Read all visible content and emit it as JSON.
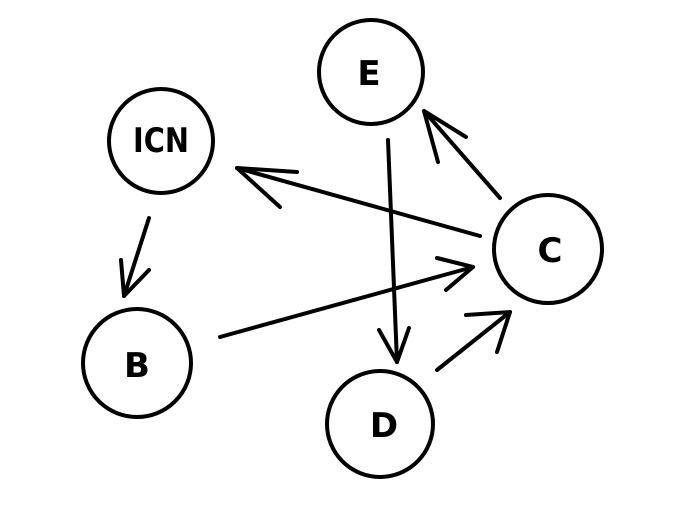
{
  "nodes": [
    {
      "id": "E",
      "label": "E"
    },
    {
      "id": "ICN",
      "label": "ICN"
    },
    {
      "id": "C",
      "label": "C"
    },
    {
      "id": "B",
      "label": "B"
    },
    {
      "id": "D",
      "label": "D"
    }
  ],
  "edges": [
    {
      "from": "C",
      "to": "E"
    },
    {
      "from": "C",
      "to": "ICN"
    },
    {
      "from": "ICN",
      "to": "B"
    },
    {
      "from": "B",
      "to": "C"
    },
    {
      "from": "E",
      "to": "D"
    },
    {
      "from": "D",
      "to": "C"
    }
  ],
  "colors": {
    "stroke": "#000000",
    "fill": "#ffffff"
  }
}
